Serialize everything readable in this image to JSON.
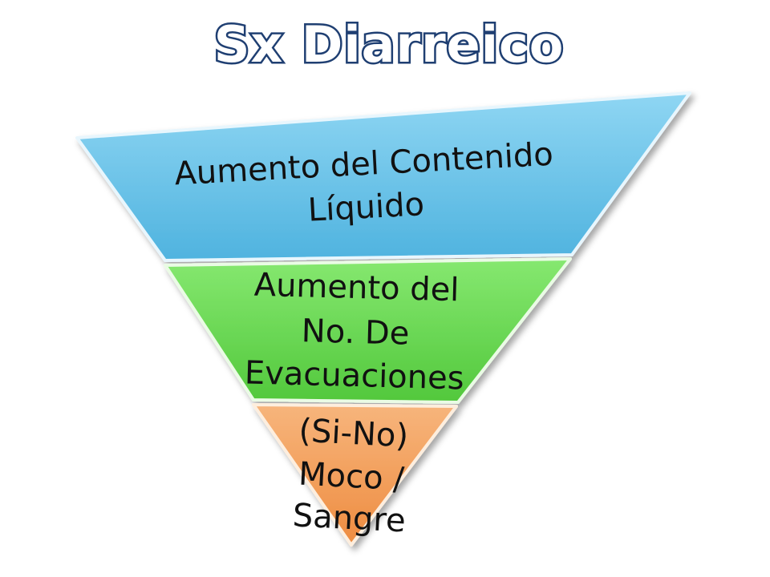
{
  "title": "Sx Diarreico",
  "levels": [
    {
      "lines": [
        "Aumento del Contenido",
        "Líquido"
      ],
      "color": "#5bbfe6"
    },
    {
      "lines": [
        "Aumento del",
        "No. De",
        "Evacuaciones"
      ],
      "color": "#62d94a"
    },
    {
      "lines": [
        "(Si-No)",
        "Moco /",
        "Sangre"
      ],
      "color": "#f39a52"
    }
  ]
}
